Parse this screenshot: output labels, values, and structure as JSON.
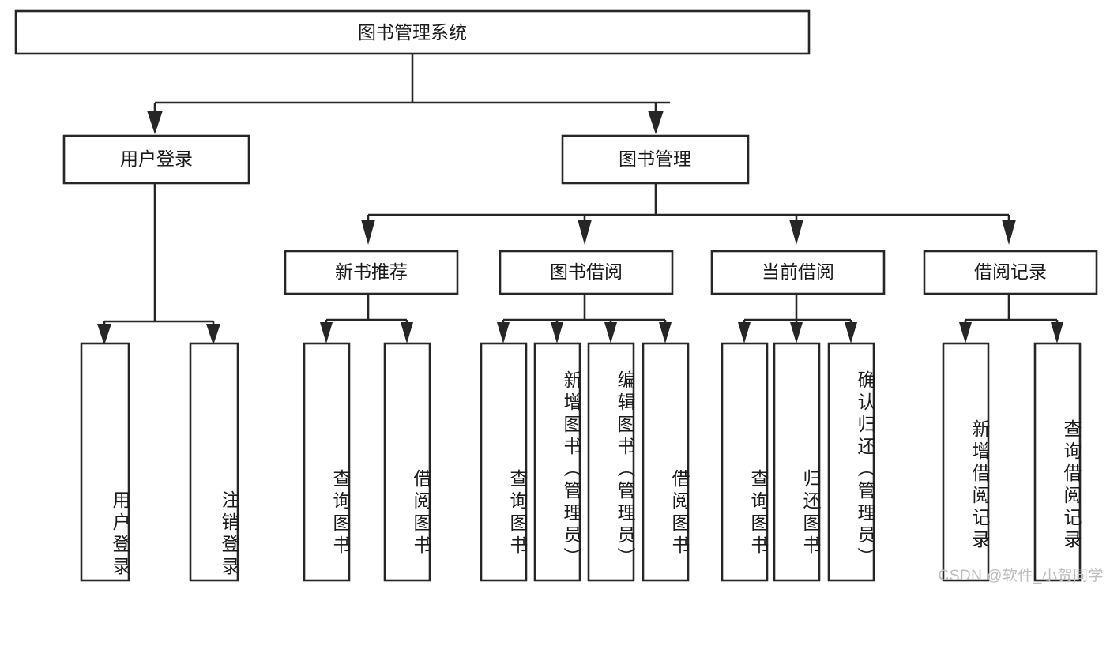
{
  "diagram": {
    "title": "图书管理系统",
    "type": "tree-hierarchy",
    "root": {
      "label": "图书管理系统"
    },
    "level2": [
      {
        "label": "用户登录"
      },
      {
        "label": "图书管理"
      }
    ],
    "level3": [
      {
        "label": "新书推荐"
      },
      {
        "label": "图书借阅"
      },
      {
        "label": "当前借阅"
      },
      {
        "label": "借阅记录"
      }
    ],
    "leaves": {
      "user_login": [
        {
          "label": "用户登录"
        },
        {
          "label": "注销登录"
        }
      ],
      "new_book": [
        {
          "label": "查询图书"
        },
        {
          "label": "借阅图书"
        }
      ],
      "book_borrow": [
        {
          "label": "查询图书"
        },
        {
          "label": "新增图书（管理员）"
        },
        {
          "label": "编辑图书（管理员）"
        },
        {
          "label": "借阅图书"
        }
      ],
      "current_borrow": [
        {
          "label": "查询图书"
        },
        {
          "label": "归还图书"
        },
        {
          "label": "确认归还（管理员）"
        }
      ],
      "borrow_record": [
        {
          "label": "新增借阅记录"
        },
        {
          "label": "查询借阅记录"
        }
      ]
    },
    "watermark": "CSDN @软件_小贺同学",
    "colors": {
      "stroke": "#262626",
      "fill": "#ffffff",
      "text": "#1a1a1a",
      "watermark": "#bdbdbd",
      "background": "#ffffff"
    }
  }
}
